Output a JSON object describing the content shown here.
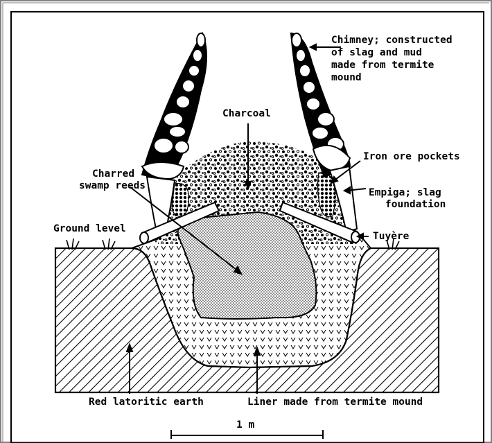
{
  "labels": {
    "chimney": [
      "Chimney; constructed",
      "of slag and mud",
      "made from termite",
      "mound"
    ],
    "charcoal": "Charcoal",
    "iron_ore": "Iron ore pockets",
    "charred": [
      "Charred",
      "swamp reeds"
    ],
    "empiga": [
      "Empiga; slag",
      "foundation"
    ],
    "ground": "Ground level",
    "tuyere": "Tuyère",
    "red_earth": "Red latoritic earth",
    "liner": "Liner made from termite mound",
    "scale": "1 m"
  },
  "colors": {
    "ink": "#000000",
    "frame": "#808080",
    "paper": "#ffffff"
  }
}
